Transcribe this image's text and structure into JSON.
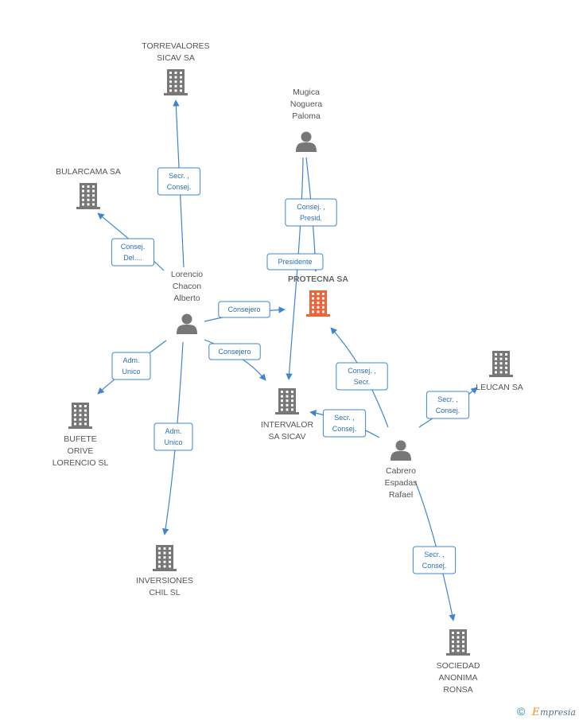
{
  "colors": {
    "edge": "#3d85d1",
    "icon": "#777777",
    "focus": "#f0633a",
    "label": "#555555",
    "brand_e": "#f08a1c"
  },
  "nodes": {
    "torrevalores": {
      "lines": [
        "TORREVALORES",
        "SICAV SA"
      ],
      "type": "company"
    },
    "bularcama": {
      "lines": [
        "BULARCAMA SA"
      ],
      "type": "company"
    },
    "mugica": {
      "lines": [
        "Mugica",
        "Noguera",
        "Paloma"
      ],
      "type": "person"
    },
    "protecna": {
      "lines": [
        "PROTECNA SA"
      ],
      "type": "company",
      "focus": true
    },
    "lorencio": {
      "lines": [
        "Lorencio",
        "Chacon",
        "Alberto"
      ],
      "type": "person"
    },
    "intervalor": {
      "lines": [
        "INTERVALOR",
        "SA SICAV"
      ],
      "type": "company"
    },
    "leucan": {
      "lines": [
        "LEUCAN SA"
      ],
      "type": "company"
    },
    "bufete": {
      "lines": [
        "BUFETE",
        "ORIVE",
        "LORENCIO SL"
      ],
      "type": "company"
    },
    "cabrero": {
      "lines": [
        "Cabrero",
        "Espadas",
        "Rafael"
      ],
      "type": "person"
    },
    "inversiones": {
      "lines": [
        "INVERSIONES",
        "CHIL SL"
      ],
      "type": "company"
    },
    "ronsa": {
      "lines": [
        "SOCIEDAD",
        "ANONIMA",
        "RONSA"
      ],
      "type": "company"
    }
  },
  "edges": [
    {
      "from": "lorencio",
      "to": "torrevalores",
      "label": [
        "Secr. ,",
        "Consej."
      ]
    },
    {
      "from": "lorencio",
      "to": "bularcama",
      "label": [
        "Consej.",
        "Del...."
      ]
    },
    {
      "from": "mugica",
      "to": "protecna",
      "label": [
        "Consej. ,",
        "Presid."
      ]
    },
    {
      "from": "mugica",
      "to": "intervalor",
      "label": [
        "Presidente"
      ]
    },
    {
      "from": "lorencio",
      "to": "protecna",
      "label": [
        "Consejero"
      ]
    },
    {
      "from": "lorencio",
      "to": "intervalor",
      "label": [
        "Consejero"
      ]
    },
    {
      "from": "lorencio",
      "to": "bufete",
      "label": [
        "Adm.",
        "Unico"
      ]
    },
    {
      "from": "lorencio",
      "to": "inversiones",
      "label": [
        "Adm.",
        "Unico"
      ]
    },
    {
      "from": "cabrero",
      "to": "protecna",
      "label": [
        "Consej. ,",
        "Secr."
      ]
    },
    {
      "from": "cabrero",
      "to": "intervalor",
      "label": [
        "Secr. ,",
        "Consej."
      ]
    },
    {
      "from": "cabrero",
      "to": "leucan",
      "label": [
        "Secr. ,",
        "Consej."
      ]
    },
    {
      "from": "cabrero",
      "to": "ronsa",
      "label": [
        "Secr. ,",
        "Consej."
      ]
    }
  ],
  "footer": {
    "copyright": "©",
    "brand_initial": "E",
    "brand_rest": "mpresia"
  }
}
